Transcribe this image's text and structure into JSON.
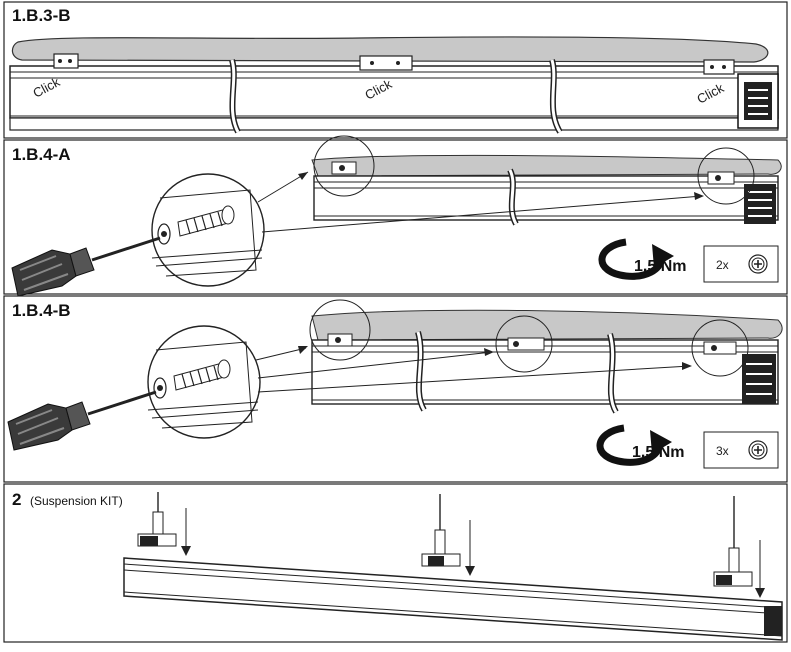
{
  "panels": [
    {
      "title": "1.B.3-B",
      "clicks": [
        "Click",
        "Click",
        "Click"
      ]
    },
    {
      "title": "1.B.4-A",
      "torque": "1,5 Nm",
      "qty": "2x"
    },
    {
      "title": "1.B.4-B",
      "torque": "1,5 Nm",
      "qty": "3x"
    },
    {
      "title": "2",
      "subtitle": "(Suspension KIT)"
    }
  ],
  "colors": {
    "cover": "#c8c8c8",
    "rail": "#ffffff",
    "stroke": "#222222",
    "handle": "#333333"
  }
}
